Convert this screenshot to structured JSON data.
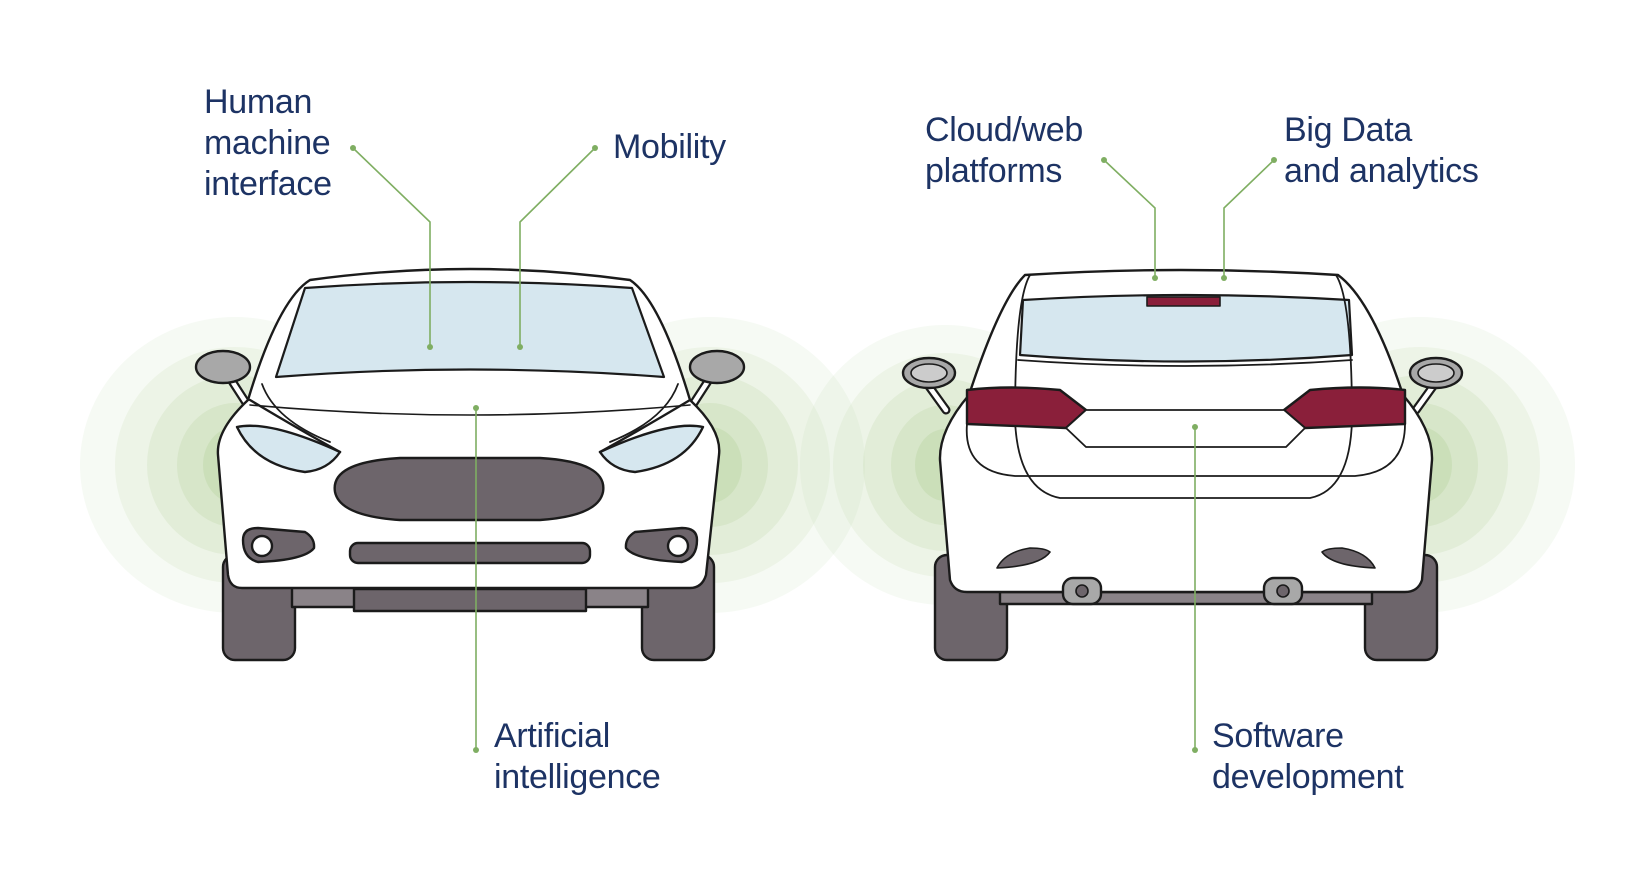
{
  "labels": {
    "human_machine_interface": "Human\nmachine\ninterface",
    "mobility": "Mobility",
    "artificial_intelligence": "Artificial\nintelligence",
    "cloud_web_platforms": "Cloud/web\nplatforms",
    "big_data_analytics": "Big Data\nand analytics",
    "software_development": "Software\ndevelopment"
  },
  "colors": {
    "label_text": "#1d3364",
    "leader_line": "#7fae62",
    "sensor_wave": "#b9d4a2",
    "car_body": "#ffffff",
    "outline": "#1b1b1b",
    "glass": "#d6e7ef",
    "grille_tires": "#6d656b",
    "tail_light": "#8a1f3a"
  },
  "icons": {
    "front_car": "car-front-illustration",
    "rear_car": "car-rear-illustration",
    "sensor_waves": "sensor-wave-icon"
  }
}
